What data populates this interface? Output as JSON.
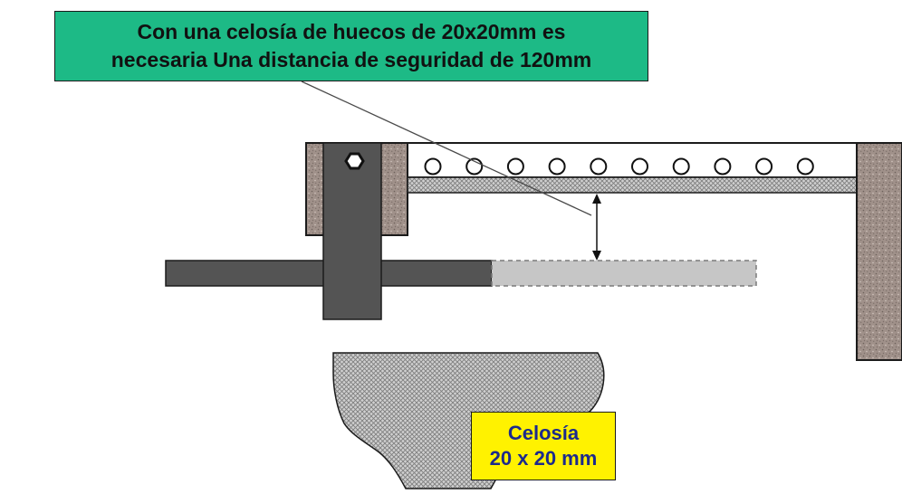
{
  "callout": {
    "line1": "Con una celosía de huecos de 20x20mm es",
    "line2": "necesaria Una distancia de seguridad de 120mm"
  },
  "grid_label": {
    "line1": "Celosía",
    "line2": "20 x 20 mm"
  },
  "colors": {
    "callout_background": "#1dba86",
    "label_background": "#fff200",
    "label_text": "#1c2a8c",
    "shaft": "#545454",
    "concrete": "#a0918a",
    "mesh": "#bdbdbd"
  },
  "roller_count": 10
}
